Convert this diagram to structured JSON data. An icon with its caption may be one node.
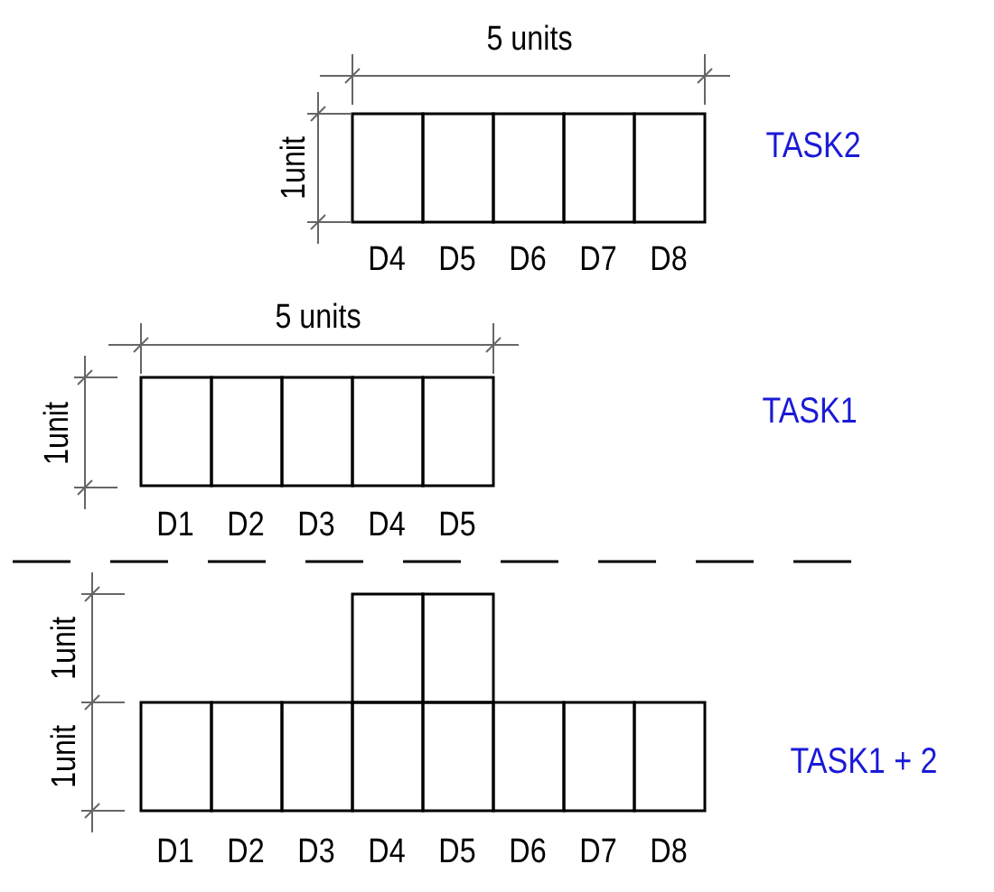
{
  "diagram": {
    "labels": [
      "5 units",
      "1unit",
      "TASK2",
      "D4",
      "D5",
      "D6",
      "D7",
      "D8",
      "5 units",
      "1unit",
      "TASK1",
      "D1",
      "D2",
      "D3",
      "D4",
      "D5",
      "1unit",
      "1unit",
      "TASK1 + 2",
      "D1",
      "D2",
      "D3",
      "D4",
      "D5",
      "D6",
      "D7",
      "D8"
    ]
  }
}
